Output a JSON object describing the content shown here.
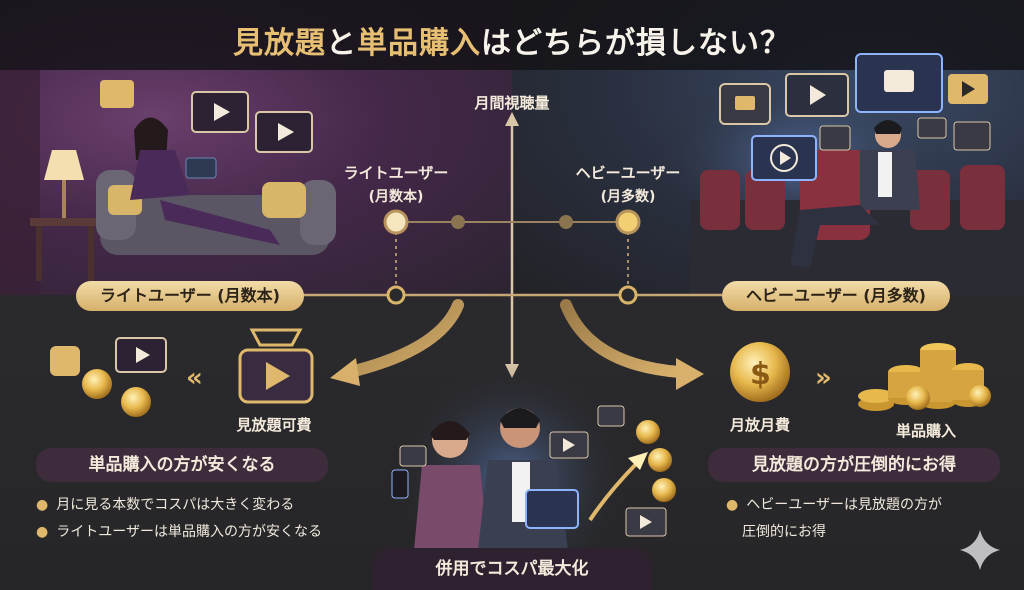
{
  "title": {
    "part1": "見放題",
    "part2": "と",
    "part3": "単品購入",
    "part4": "はどちらが損しない？"
  },
  "axis": {
    "vertical_label": "月間視聴量"
  },
  "light": {
    "label": "ライトユーザー",
    "sub": "(月数本)",
    "pill": "ライトユーザー (月数本)",
    "fee_label": "見放題可費",
    "conclusion": "単品購入の方が安くなる",
    "bullets": [
      "月に見る本数でコスパは大きく変わる",
      "ライトユーザーは単品購入の方が安くなる"
    ]
  },
  "heavy": {
    "label": "ヘビーユーザー",
    "sub": "(月多数)",
    "pill": "ヘビーユーザー (月多数)",
    "fee_label": "月放月費",
    "purchase_label": "単品購入",
    "conclusion": "見放題の方が圧倒的にお得",
    "bullets": [
      "ヘビーユーザーは見放題の方が",
      "圧倒的にお得"
    ]
  },
  "center": {
    "banner": "併用でコスパ最大化"
  },
  "colors": {
    "gold": "#e0b86c",
    "purple": "#4a2c4d",
    "dark": "#2a2a2d"
  }
}
